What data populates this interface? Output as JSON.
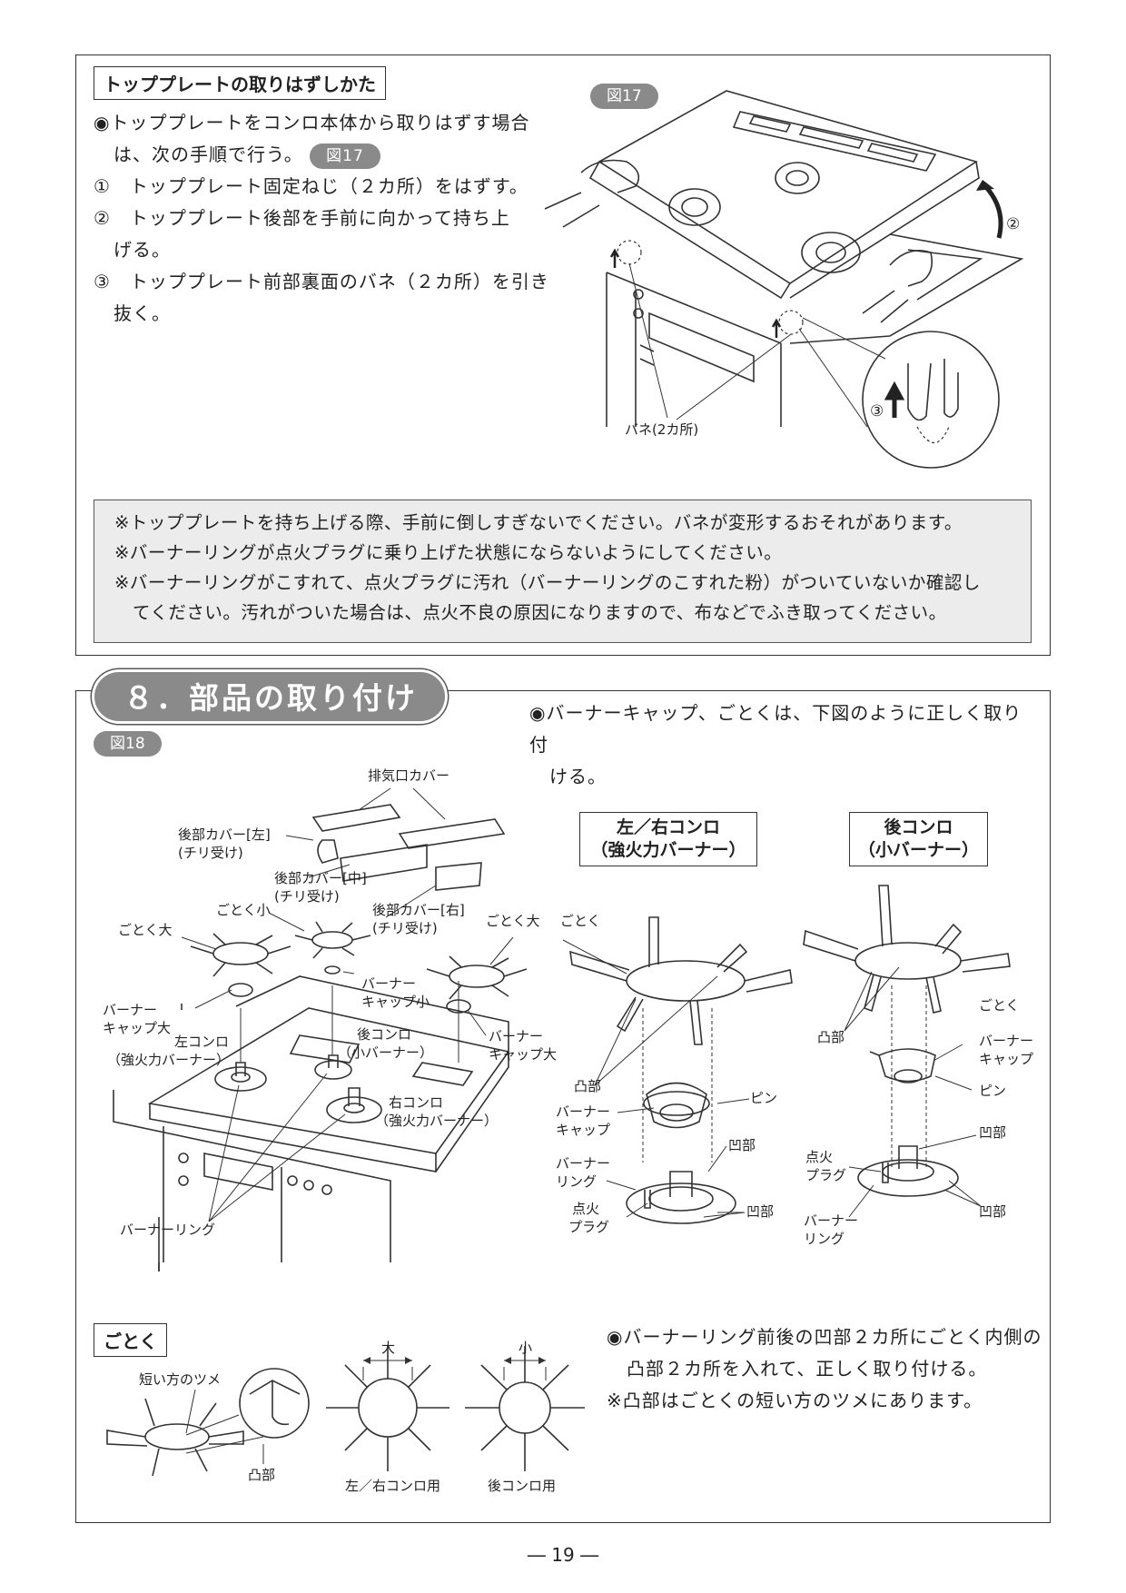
{
  "top_section": {
    "title": "トッププレートの取りはずしかた",
    "intro_line1": "◉トッププレートをコンロ本体から取りはずす場合",
    "intro_line2": "は、次の手順で行う。",
    "fig_ref": "図17",
    "steps": [
      {
        "line1": "①　トッププレート固定ねじ（２カ所）をはずす。"
      },
      {
        "line1": "②　トッププレート後部を手前に向かって持ち上",
        "line2": "げる。"
      },
      {
        "line1": "③　トッププレート前部裏面のバネ（２カ所）を引き",
        "line2": "抜く。"
      }
    ],
    "figure": {
      "label": "図17",
      "spring_label": "バネ(2カ所)",
      "mark_2": "②",
      "mark_3": "③"
    },
    "notes": [
      "※トッププレートを持ち上げる際、手前に倒しすぎないでください。バネが変形するおそれがあります。",
      "※バーナーリングが点火プラグに乗り上げた状態にならないようにしてください。",
      "※バーナーリングがこすれて、点火プラグに汚れ（バーナーリングのこすれた粉）がついていないか確認し",
      "てください。汚れがついた場合は、点火不良の原因になりますので、布などでふき取ってください。"
    ]
  },
  "section8": {
    "title": "８．部品の取り付け",
    "fig_ref": "図18",
    "intro_line1": "◉バーナーキャップ、ごとくは、下図のように正しく取り付",
    "intro_line2": "ける。",
    "exploded": {
      "exhaust_cover": "排気口カバー",
      "rear_cover_left_1": "後部カバー[左]",
      "rear_cover_left_2": "(チリ受け)",
      "rear_cover_mid_1": "後部カバー[中]",
      "rear_cover_mid_2": "(チリ受け)",
      "rear_cover_right_1": "後部カバー[右]",
      "rear_cover_right_2": "(チリ受け)",
      "gotoku_small": "ごとく小",
      "gotoku_large_left": "ごとく大",
      "gotoku_large_right": "ごとく大",
      "cap_small_1": "バーナー",
      "cap_small_2": "キャップ小",
      "cap_large_left_1": "バーナー",
      "cap_large_left_2": "キャップ大",
      "cap_large_right_1": "バーナー",
      "cap_large_right_2": "キャップ大",
      "left_burner_1": "左コンロ",
      "left_burner_2": "（強火力バーナー）",
      "rear_burner_1": "後コンロ",
      "rear_burner_2": "（小バーナー）",
      "right_burner_1": "右コンロ",
      "right_burner_2": "（強火力バーナー）",
      "burner_ring": "バーナーリング"
    },
    "lr_detail": {
      "title_1": "左／右コンロ",
      "title_2": "（強火力バーナー）",
      "gotoku": "ごとく",
      "convex": "凸部",
      "cap_1": "バーナー",
      "cap_2": "キャップ",
      "pin": "ピン",
      "concave_top": "凹部",
      "ring_1": "バーナー",
      "ring_2": "リング",
      "plug_1": "点火",
      "plug_2": "プラグ",
      "concave_bottom": "凹部"
    },
    "rear_detail": {
      "title_1": "後コンロ",
      "title_2": "（小バーナー）",
      "gotoku": "ごとく",
      "convex": "凸部",
      "cap_1": "バーナー",
      "cap_2": "キャップ",
      "pin": "ピン",
      "concave_top": "凹部",
      "plug_1": "点火",
      "plug_2": "プラグ",
      "ring_1": "バーナー",
      "ring_2": "リング",
      "concave_bottom": "凹部"
    },
    "gotoku_box": {
      "title": "ごとく",
      "short_claw": "短い方のツメ",
      "convex": "凸部",
      "size_large": "大",
      "size_small": "小",
      "lr_use": "左／右コンロ用",
      "rear_use": "後コンロ用"
    },
    "bottom_line1": "◉バーナーリング前後の凹部２カ所にごとく内側の",
    "bottom_line2": "凸部２カ所を入れて、正しく取り付ける。",
    "bottom_note": "※凸部はごとくの短い方のツメにあります。"
  },
  "page_number": "― 19 ―"
}
